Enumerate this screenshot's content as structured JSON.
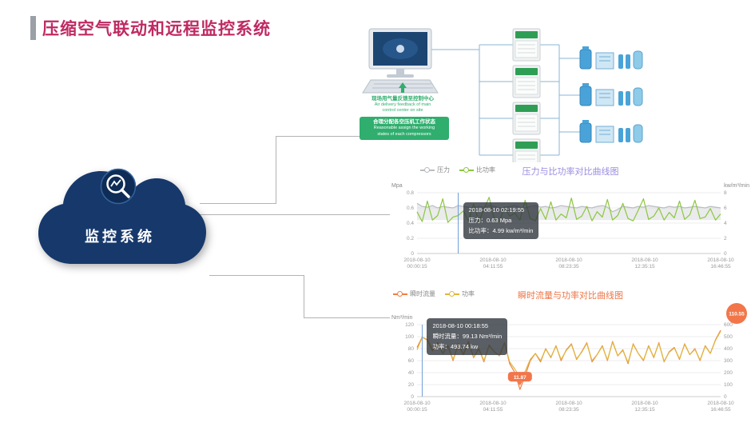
{
  "page": {
    "title": "压缩空气联动和远程监控系统"
  },
  "cloud": {
    "label": "监控系统",
    "color": "#17386b",
    "icon": "magnifier-trend-icon"
  },
  "diagram": {
    "captions": {
      "feedback_cn": "现场用气量反馈至控制中心",
      "feedback_en1": "Air delivery feedback of main",
      "feedback_en2": "control center on site",
      "assign_cn": "合理分配各空压机工作状态",
      "assign_en1": "Reasonable assign the working",
      "assign_en2": "states of each compressors"
    },
    "accent_color": "#2fae6e"
  },
  "chart_data": [
    {
      "type": "line",
      "title": "压力与比功率对比曲线图",
      "title_color": "#9b8ce0",
      "left_axis": {
        "unit": "Mpa",
        "min": 0,
        "max": 0.8,
        "ticks": [
          0,
          0.2,
          0.4,
          0.6,
          0.8
        ]
      },
      "right_axis": {
        "unit": "kw/m³/min",
        "min": 0,
        "max": 8,
        "ticks": [
          0,
          2,
          4,
          6,
          8
        ]
      },
      "x_ticks": [
        {
          "date": "2018-08-10",
          "time": "00:00:15"
        },
        {
          "date": "2018-08-10",
          "time": "04:11:55"
        },
        {
          "date": "2018-08-10",
          "time": "08:23:35"
        },
        {
          "date": "2018-08-10",
          "time": "12:35:15"
        },
        {
          "date": "2018-08-10",
          "time": "16:46:55"
        }
      ],
      "series": [
        {
          "name": "压力",
          "axis": "left",
          "color": "#b9bdc2",
          "area_floor": 0.44,
          "values": [
            0.66,
            0.62,
            0.61,
            0.63,
            0.6,
            0.62,
            0.61,
            0.6,
            0.63,
            0.62,
            0.61,
            0.6,
            0.62,
            0.61,
            0.63,
            0.62,
            0.6,
            0.61,
            0.62,
            0.63,
            0.61,
            0.6,
            0.62,
            0.63,
            0.61,
            0.62,
            0.6,
            0.61,
            0.63,
            0.62,
            0.61,
            0.6,
            0.62,
            0.61,
            0.6,
            0.62,
            0.63,
            0.61,
            0.55,
            0.58,
            0.62,
            0.61,
            0.6,
            0.62,
            0.61,
            0.63,
            0.62,
            0.61,
            0.6,
            0.62,
            0.61,
            0.62,
            0.6,
            0.61,
            0.62,
            0.61,
            0.6,
            0.62,
            0.61,
            0.6
          ]
        },
        {
          "name": "比功率",
          "axis": "right",
          "color": "#8cc63f",
          "values": [
            5.5,
            4.2,
            6.9,
            4.4,
            5.0,
            7.2,
            4.1,
            4.8,
            4.99,
            5.6,
            4.3,
            6.5,
            4.2,
            5.8,
            7.4,
            4.5,
            4.2,
            6.1,
            4.9,
            5.3,
            4.4,
            7.0,
            4.6,
            4.3,
            5.9,
            4.5,
            6.8,
            4.4,
            5.2,
            4.7,
            7.3,
            4.5,
            4.9,
            6.2,
            4.3,
            5.5,
            4.8,
            7.1,
            4.4,
            5.0,
            6.6,
            4.6,
            4.3,
            5.7,
            7.2,
            4.5,
            4.9,
            6.0,
            4.4,
            5.4,
            4.7,
            6.9,
            4.5,
            5.1,
            7.0,
            4.6,
            4.8,
            5.9,
            4.4,
            5.2
          ]
        }
      ],
      "tooltip": {
        "index": 8,
        "lines": [
          "2018-08-10 02:19:55",
          "压力：0.63 Mpa",
          "比功率：4.99 kw/m³/min"
        ]
      }
    },
    {
      "type": "line",
      "title": "瞬时流量与功率对比曲线图",
      "title_color": "#ee7445",
      "left_axis": {
        "unit": "Nm³/min",
        "min": 0,
        "max": 120,
        "ticks": [
          0,
          20,
          40,
          60,
          80,
          100,
          120
        ]
      },
      "right_axis": {
        "unit": "",
        "min": 0,
        "max": 600,
        "ticks": [
          0,
          100,
          200,
          300,
          400,
          500,
          600
        ]
      },
      "x_ticks": [
        {
          "date": "2018-08-10",
          "time": "00:00:15"
        },
        {
          "date": "2018-08-10",
          "time": "04:11:55"
        },
        {
          "date": "2018-08-10",
          "time": "08:23:35"
        },
        {
          "date": "2018-08-10",
          "time": "12:35:15"
        },
        {
          "date": "2018-08-10",
          "time": "16:46:55"
        }
      ],
      "series": [
        {
          "name": "瞬时流量",
          "axis": "left",
          "color": "#ef7e45",
          "values": [
            82,
            99.13,
            95,
            78,
            90,
            72,
            85,
            60,
            88,
            70,
            92,
            65,
            80,
            58,
            86,
            75,
            68,
            90,
            55,
            40,
            11.87,
            35,
            60,
            72,
            58,
            80,
            65,
            85,
            60,
            78,
            88,
            62,
            75,
            90,
            58,
            70,
            85,
            60,
            92,
            68,
            78,
            55,
            88,
            72,
            60,
            85,
            65,
            90,
            58,
            75,
            82,
            62,
            88,
            70,
            80,
            60,
            85,
            72,
            95,
            110.55
          ]
        },
        {
          "name": "功率",
          "axis": "right",
          "color": "#e0b73e",
          "values": [
            390,
            493.74,
            470,
            380,
            440,
            360,
            420,
            310,
            430,
            350,
            450,
            330,
            400,
            300,
            425,
            375,
            340,
            445,
            290,
            230,
            160,
            210,
            310,
            360,
            300,
            395,
            330,
            420,
            310,
            385,
            435,
            315,
            370,
            445,
            300,
            350,
            420,
            305,
            455,
            340,
            385,
            285,
            435,
            360,
            305,
            420,
            330,
            445,
            295,
            370,
            405,
            315,
            435,
            350,
            395,
            305,
            420,
            360,
            470,
            545
          ]
        }
      ],
      "tooltip": {
        "index": 1,
        "lines": [
          "2018-08-10 00:18:55",
          "瞬时流量：99.13 Nm³/min",
          "功率：493.74 kw"
        ]
      },
      "markers": {
        "marker_color": "#f2764a",
        "max": {
          "label": "110.55",
          "index": 59
        },
        "min": {
          "label": "11.87",
          "index": 20
        }
      }
    }
  ]
}
